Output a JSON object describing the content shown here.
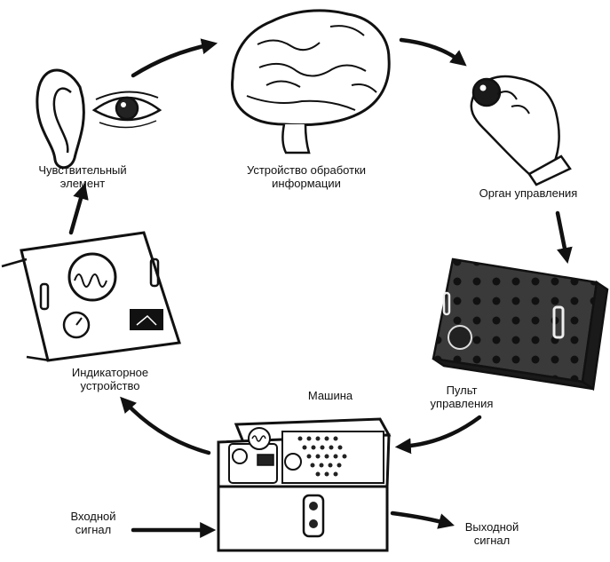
{
  "labels": {
    "sensor": [
      "Чувствительный",
      "элемент"
    ],
    "processor": [
      "Устройство обработки",
      "информации"
    ],
    "control_organ": [
      "Орган управления"
    ],
    "control_panel": [
      "Пульт",
      "управления"
    ],
    "machine": [
      "Машина"
    ],
    "indicator": [
      "Индикаторное",
      "устройство"
    ],
    "input_signal": [
      "Входной",
      "сигнал"
    ],
    "output_signal": [
      "Выходной",
      "сигнал"
    ]
  },
  "colors": {
    "ink": "#111111",
    "paper": "#ffffff",
    "dark": "#2a2a2a"
  },
  "icons": [
    "ear-icon",
    "eye-icon",
    "brain-icon",
    "hand-icon",
    "control-panel-icon",
    "machine-icon",
    "indicator-icon"
  ]
}
